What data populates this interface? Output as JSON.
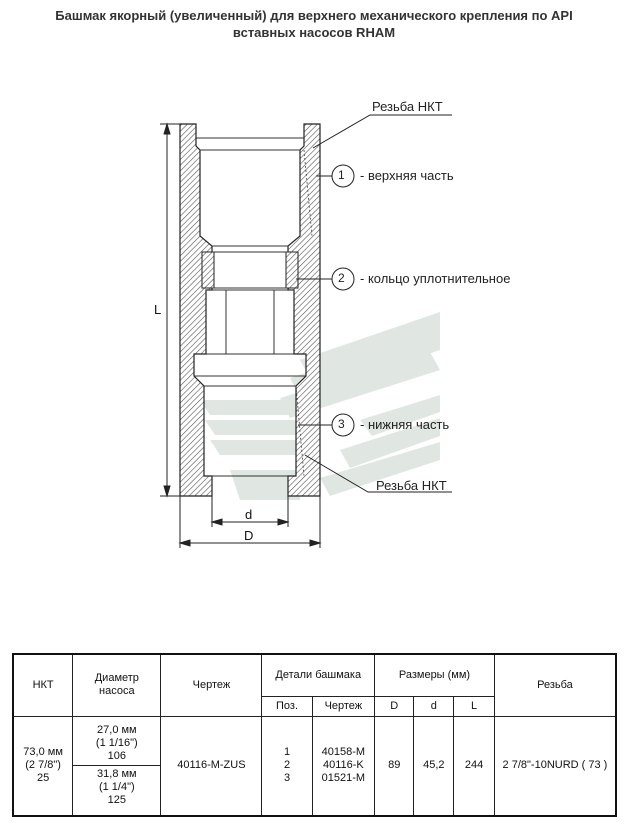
{
  "title": {
    "line1": "Башмак якорный (увеличенный) для верхнего механического крепления по API",
    "line2": "вставных насосов RHAM"
  },
  "callouts": {
    "thread_top": "Резьба НКТ",
    "thread_bottom": "Резьба НКТ",
    "part1_num": "1",
    "part1_label": "- верхняя часть",
    "part2_num": "2",
    "part2_label": "- кольцо уплотнительное",
    "part3_num": "3",
    "part3_label": "- нижняя часть"
  },
  "dimensions": {
    "length": "L",
    "inner_diameter": "d",
    "outer_diameter": "D"
  },
  "table": {
    "headers": {
      "nkt": "НКТ",
      "pump_diameter": "Диаметр насоса",
      "drawing": "Чертеж",
      "shoe_parts": "Детали башмака",
      "pos": "Поз.",
      "part_drawing": "Чертеж",
      "sizes": "Размеры (мм)",
      "D": "D",
      "d": "d",
      "L": "L",
      "thread": "Резьба"
    },
    "row": {
      "nkt_1": "73,0 мм",
      "nkt_2": "(2 7/8\")",
      "nkt_3": "25",
      "pump_a_1": "27,0 мм",
      "pump_a_2": "(1 1/16\")",
      "pump_a_3": "106",
      "pump_b_1": "31,8 мм",
      "pump_b_2": "(1 1/4\")",
      "pump_b_3": "125",
      "drawing": "40116-M-ZUS",
      "positions": [
        "1",
        "2",
        "3"
      ],
      "part_drawings": [
        "40158-M",
        "40116-K",
        "01521-M"
      ],
      "D": "89",
      "d": "45,2",
      "L": "244",
      "thread": "2 7/8\"-10NURD ( 73 )"
    }
  }
}
